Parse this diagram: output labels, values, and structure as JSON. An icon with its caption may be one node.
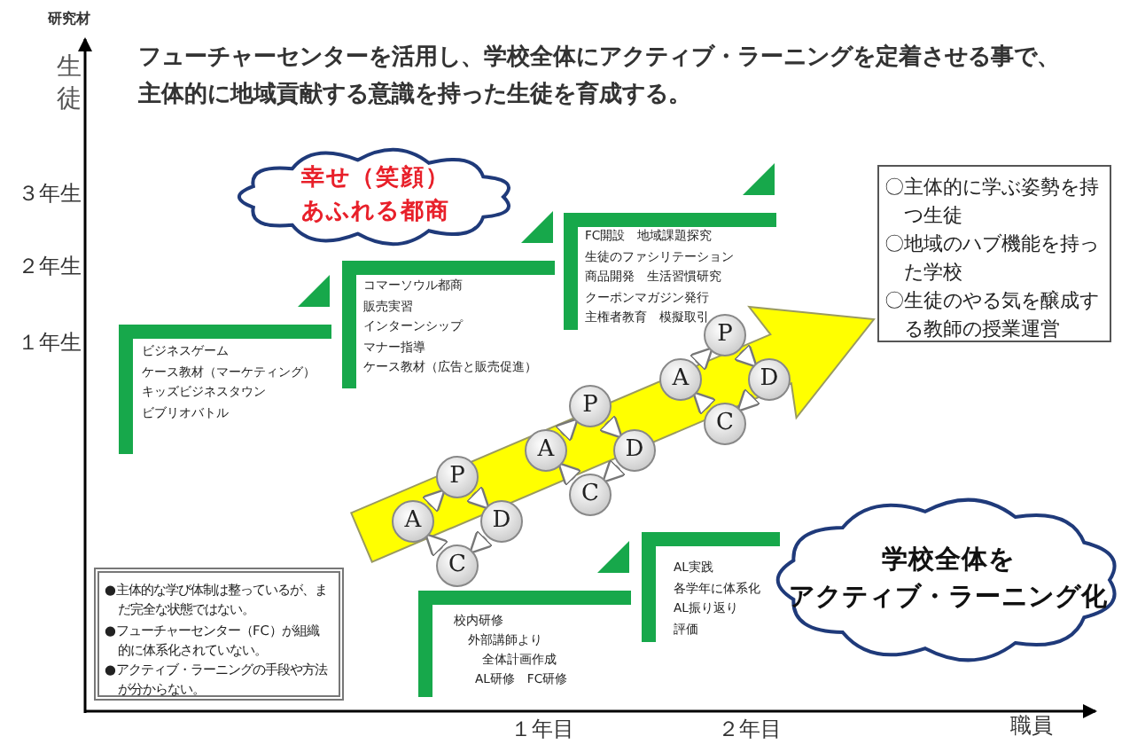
{
  "diagram": {
    "title": "フューチャーセンターを活用し、学校全体にアクティブ・ラーニングを定着させる事で、主体的に地域貢献する意識を持った生徒を育成する。",
    "nodes": [
      {
        "text": [
          "幸せ（笑顔）あふれる都商"
        ]
      },
      {
        "text": [
          "ビジネスゲーム",
          "ケース教材（マーケティング）",
          "キッズビジネスタウン",
          "ビブリオバトル"
        ]
      },
      {
        "text": [
          "コマーソウル都商",
          "販売実習",
          "インターンシップ",
          "マナー指導",
          "ケース教材（広告と販売促進）"
        ]
      },
      {
        "text": [
          "FC開設　地域課題探究",
          "生徒のファシリテーション",
          "商品開発　生活習慣研究",
          "クーポンマガジン発行",
          "主権者教育　模擬取引"
        ]
      },
      {
        "text": [
          "〇主体的に学ぶ姿勢を持つ生徒",
          "〇地域のハブ機能を持った学校",
          "〇生徒のやる気を醸成する教師の授業運営"
        ]
      },
      {
        "text": [
          "P"
        ]
      },
      {
        "text": [
          "D"
        ]
      },
      {
        "text": [
          "C"
        ]
      },
      {
        "text": [
          "A"
        ]
      },
      {
        "text": [
          "P"
        ]
      },
      {
        "text": [
          "D"
        ]
      },
      {
        "text": [
          "C"
        ]
      },
      {
        "text": [
          "A"
        ]
      },
      {
        "text": [
          "P"
        ]
      },
      {
        "text": [
          "D"
        ]
      },
      {
        "text": [
          "C"
        ]
      },
      {
        "text": [
          "A"
        ]
      },
      {
        "text": [
          "●主体的な学び体制は整っているが、まだ完全な状態ではない。",
          "●フューチャーセンター（FC）が組織的に体系化されていない。",
          "●アクティブ・ラーニングの手段や方法が分からない。"
        ]
      },
      {
        "text": [
          "校内研修",
          "外部講師より",
          "全体計画作成",
          "AL研修　FC研修"
        ]
      },
      {
        "text": [
          "AL実践",
          "各学年に体系化",
          "AL振り返り",
          "評価"
        ]
      },
      {
        "text": [
          "学校全体を",
          "アクティブ・ラーニング化"
        ]
      }
    ],
    "edges": [
      {
        "from": 5,
        "to": 6,
        "arrow": "to"
      },
      {
        "from": 6,
        "to": 7,
        "arrow": "to"
      },
      {
        "from": 7,
        "to": 8,
        "arrow": "to"
      },
      {
        "from": 8,
        "to": 5,
        "arrow": "to"
      },
      {
        "from": 9,
        "to": 10,
        "arrow": "to"
      },
      {
        "from": 10,
        "to": 11,
        "arrow": "to"
      },
      {
        "from": 11,
        "to": 12,
        "arrow": "to"
      },
      {
        "from": 12,
        "to": 9,
        "arrow": "to"
      },
      {
        "from": 13,
        "to": 14,
        "arrow": "to"
      },
      {
        "from": 14,
        "to": 15,
        "arrow": "to"
      },
      {
        "from": 15,
        "to": 16,
        "arrow": "to"
      },
      {
        "from": 16,
        "to": 13,
        "arrow": "to"
      },
      {
        "from": null,
        "to": 4,
        "arrow": "to",
        "style": "thick",
        "color": "#ffff00"
      }
    ],
    "labels": [
      "研究材",
      "生徒",
      "３年生",
      "２年生",
      "１年生",
      "１年目",
      "２年目",
      "職員"
    ]
  }
}
